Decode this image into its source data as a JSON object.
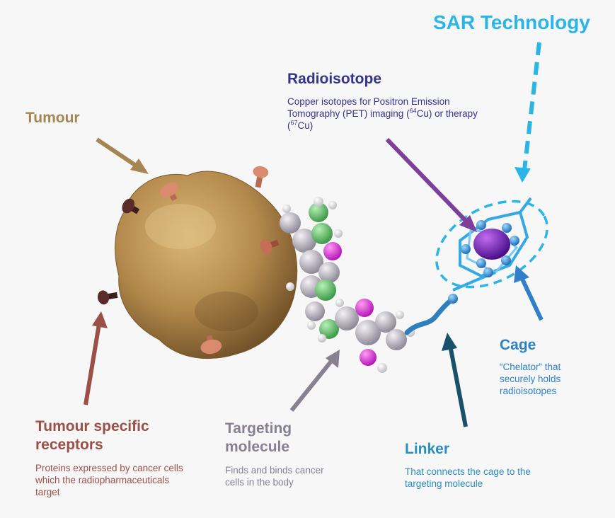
{
  "sar": {
    "title": "SAR Technology"
  },
  "radioisotope": {
    "title": "Radioisotope",
    "desc_a": "Copper isotopes for Positron Emission Tomography (PET) imaging (",
    "sup_a": "64",
    "desc_b": "Cu) or therapy (",
    "sup_b": "67",
    "desc_c": "Cu)"
  },
  "tumour": {
    "title": "Tumour"
  },
  "cage": {
    "title": "Cage",
    "desc": "“Chelator” that securely holds radioisotopes"
  },
  "receptors": {
    "title": "Tumour specific receptors",
    "desc": "Proteins expressed by cancer cells which the radiopharmaceuticals target"
  },
  "targeting": {
    "title": "Targeting molecule",
    "desc": "Finds and binds cancer cells in the body"
  },
  "linker": {
    "title": "Linker",
    "desc": "That connects the cage to the targeting molecule"
  },
  "colors": {
    "sar": "#29b6e6",
    "radioisotope": "#33348c",
    "radioisotope_arrow": "#7e3f9b",
    "tumour": "#a58554",
    "cage": "#2f80c8",
    "receptors": "#9b4f47",
    "targeting": "#878091",
    "linker": "#2c8dbd",
    "linker_arrow": "#19506a"
  }
}
